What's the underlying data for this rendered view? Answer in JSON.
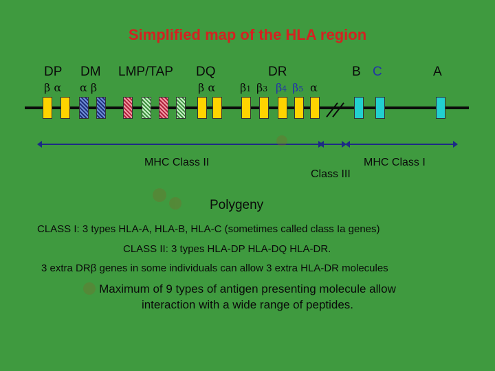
{
  "title": "Simplified map of the HLA region",
  "regions": {
    "dp": "DP",
    "dm": "DM",
    "lmp_tap": "LMP/TAP",
    "dq": "DQ",
    "dr": "DR",
    "b": "B",
    "c": "C",
    "a": "A"
  },
  "subunits": {
    "dp": "β α",
    "dm": "α β",
    "dq": "β α",
    "dr_b1": "β",
    "dr_b1_num": "1",
    "dr_b3": "β",
    "dr_b3_num": "3",
    "dr_b4": "β",
    "dr_b4_num": "4",
    "dr_b5": "β",
    "dr_b5_num": "5",
    "dr_a": "α"
  },
  "ranges": {
    "class2": "MHC Class II",
    "class3": "Class III",
    "class1": "MHC Class I"
  },
  "text": {
    "heading": "Polygeny",
    "line1": "CLASS I: 3 types HLA-A, HLA-B, HLA-C (sometimes called class Ia genes)",
    "line2": "CLASS II: 3 types HLA-DP HLA-DQ HLA-DR.",
    "line3": "3 extra DRβ genes in some individuals can allow 3 extra HLA-DR molecules",
    "line4": "Maximum of 9 types of antigen presenting molecule allow",
    "line5": "interaction with a wide range of peptides."
  },
  "colors": {
    "background": "#3f9a3f",
    "title": "#d42121",
    "range_arrows": "#1d2a86",
    "class_gene": "#ffd400",
    "class1_gene": "#22d0d0"
  }
}
